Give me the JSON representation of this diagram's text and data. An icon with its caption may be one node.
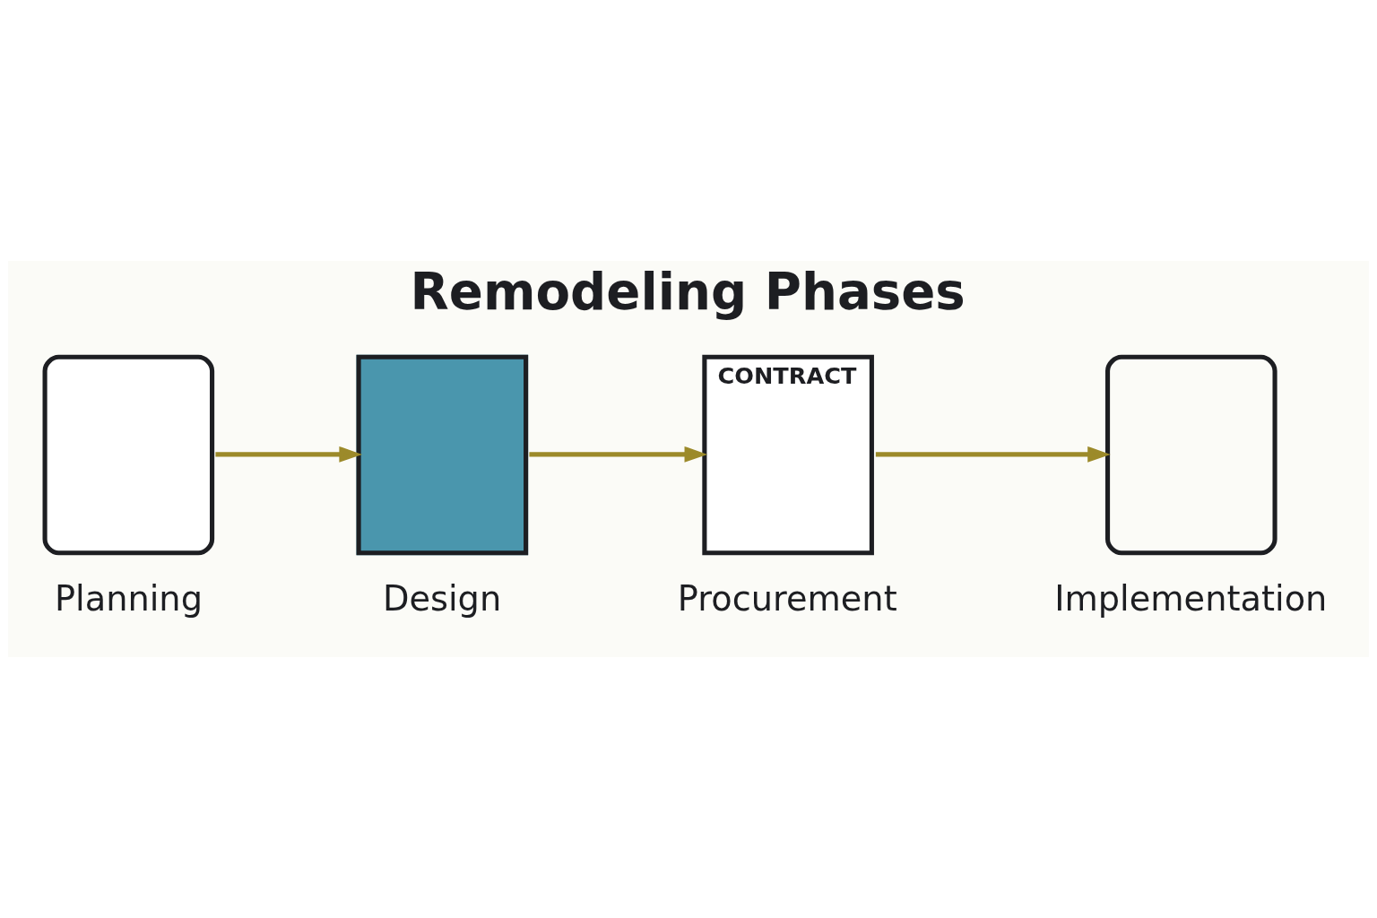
{
  "diagram": {
    "title": "Remodeling Phases",
    "nodes": [
      {
        "text": [
          "Planning"
        ]
      },
      {
        "text": [
          "Design"
        ]
      },
      {
        "text": [
          "CONTRACT",
          "Procurement"
        ]
      },
      {
        "text": [
          "Implementation"
        ]
      }
    ],
    "edges": [
      {
        "from": 0,
        "to": 1,
        "arrow": "to"
      },
      {
        "from": 1,
        "to": 2,
        "arrow": "to"
      },
      {
        "from": 2,
        "to": 3,
        "arrow": "to"
      }
    ]
  }
}
